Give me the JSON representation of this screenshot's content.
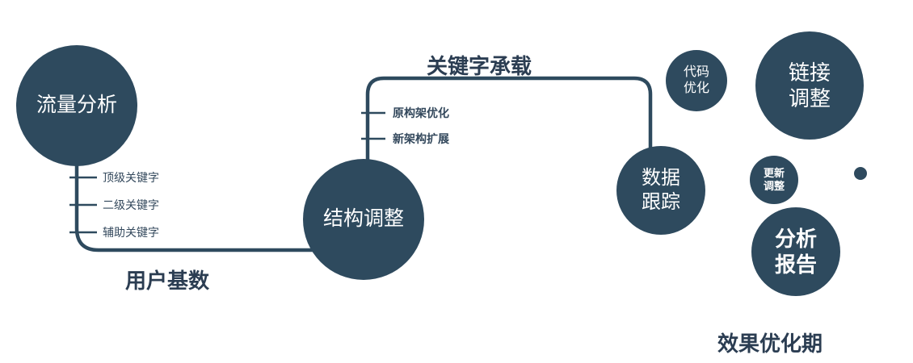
{
  "colors": {
    "primary": "#2e4a5e",
    "edge_label_text": "#2b3d52",
    "node_text": "#ffffff",
    "background": "#ffffff"
  },
  "nodes": {
    "traffic": {
      "label": "流量分析"
    },
    "structure": {
      "label": "结构调整"
    },
    "tracking": {
      "line1": "数据",
      "line2": "跟踪"
    },
    "code": {
      "line1": "代码",
      "line2": "优化"
    },
    "link": {
      "line1": "链接",
      "line2": "调整"
    },
    "update": {
      "line1": "更新",
      "line2": "调整"
    },
    "report": {
      "line1": "分析",
      "line2": "报告"
    }
  },
  "edge_labels": {
    "user_base": "用户基数",
    "keyword_carry": "关键字承载",
    "effect_phase": "效果优化期"
  },
  "left_ticks": [
    "顶级关键字",
    "二级关键字",
    "辅助关键字"
  ],
  "mid_ticks": [
    "原构架优化",
    "新架构扩展"
  ]
}
